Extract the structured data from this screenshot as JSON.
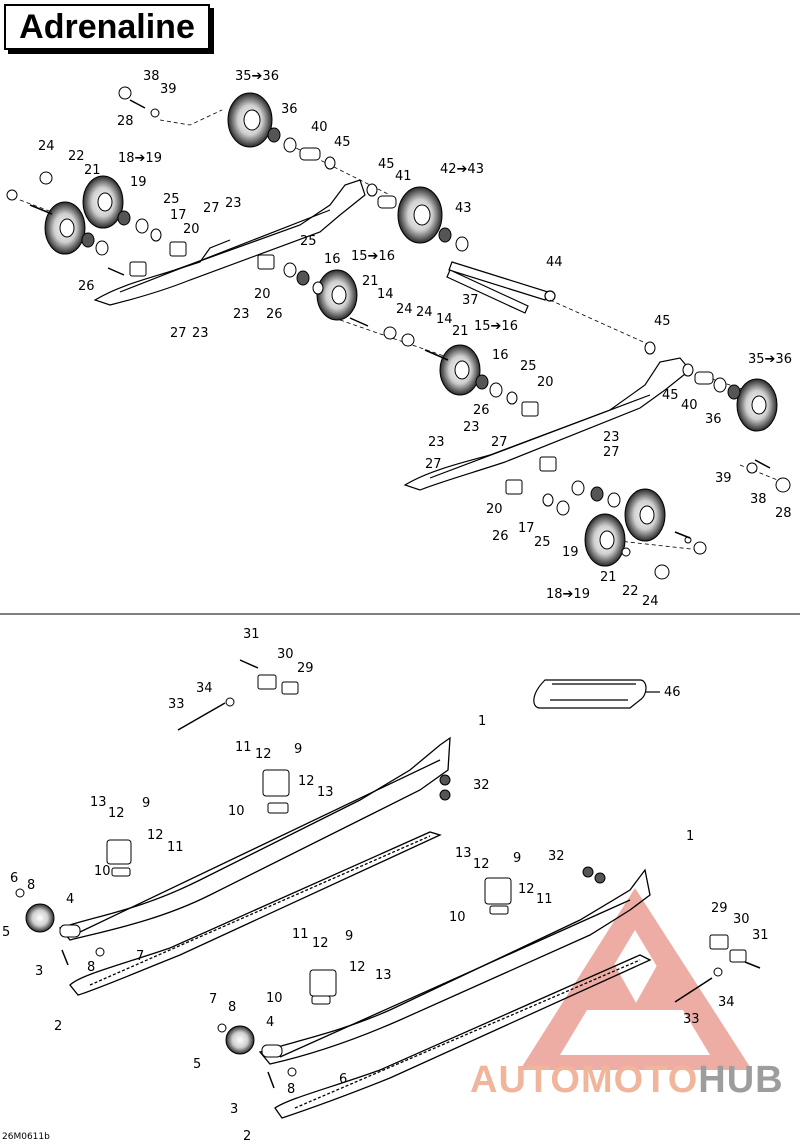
{
  "title": "Adrenaline",
  "figure_code": "26M0611b",
  "watermark": {
    "part1": "AUTOMOTO",
    "part2": "HUB"
  },
  "colors": {
    "watermark_red": "#e06b5b",
    "watermark_gray": "#9d9d9d",
    "line": "#000000"
  },
  "callouts": {
    "c1": "38",
    "c2": "39",
    "c3": "28",
    "c4": "35➔36",
    "c5": "36",
    "c6": "40",
    "c7": "45",
    "c8": "24",
    "c9": "22",
    "c10": "21",
    "c11": "18➔19",
    "c12": "19",
    "c13": "25",
    "c14": "17",
    "c15": "20",
    "c16": "27",
    "c17": "23",
    "c18": "26",
    "c19": "27",
    "c20": "23",
    "c21": "23",
    "c22": "20",
    "c23": "26",
    "c24": "25",
    "c25": "16",
    "c26": "15➔16",
    "c27": "21",
    "c28": "14",
    "c29": "24",
    "c30": "24",
    "c31": "14",
    "c32": "21",
    "c33": "45",
    "c34": "41",
    "c35": "42➔43",
    "c36": "43",
    "c37": "44",
    "c38": "37",
    "c39": "15➔16",
    "c40": "16",
    "c41": "25",
    "c42": "20",
    "c43": "26",
    "c44": "45",
    "c45": "45",
    "c46": "40",
    "c47": "36",
    "c48": "35➔36",
    "c49": "23",
    "c50": "27",
    "c51": "23",
    "c52": "27",
    "c53": "23",
    "c54": "27",
    "c55": "39",
    "c56": "38",
    "c57": "28",
    "c58": "20",
    "c59": "26",
    "c60": "17",
    "c61": "25",
    "c62": "19",
    "c63": "21",
    "c64": "22",
    "c65": "18➔19",
    "c66": "24",
    "d1": "31",
    "d2": "30",
    "d3": "29",
    "d4": "34",
    "d5": "33",
    "d6": "46",
    "d7": "1",
    "d8": "11",
    "d9": "12",
    "d10": "9",
    "d11": "12",
    "d12": "13",
    "d13": "10",
    "d14": "32",
    "d15": "13",
    "d16": "12",
    "d17": "9",
    "d18": "12",
    "d19": "11",
    "d20": "10",
    "d21": "6",
    "d22": "8",
    "d23": "4",
    "d24": "5",
    "d25": "3",
    "d26": "8",
    "d27": "7",
    "d28": "2",
    "d29": "1",
    "d30": "32",
    "d31": "13",
    "d32": "12",
    "d33": "9",
    "d34": "12",
    "d35": "11",
    "d36": "10",
    "d37": "11",
    "d38": "12",
    "d39": "9",
    "d40": "12",
    "d41": "13",
    "d42": "10",
    "d43": "29",
    "d44": "30",
    "d45": "31",
    "d46": "7",
    "d47": "8",
    "d48": "4",
    "d49": "5",
    "d50": "8",
    "d51": "6",
    "d52": "3",
    "d53": "2",
    "d54": "34",
    "d55": "33"
  }
}
